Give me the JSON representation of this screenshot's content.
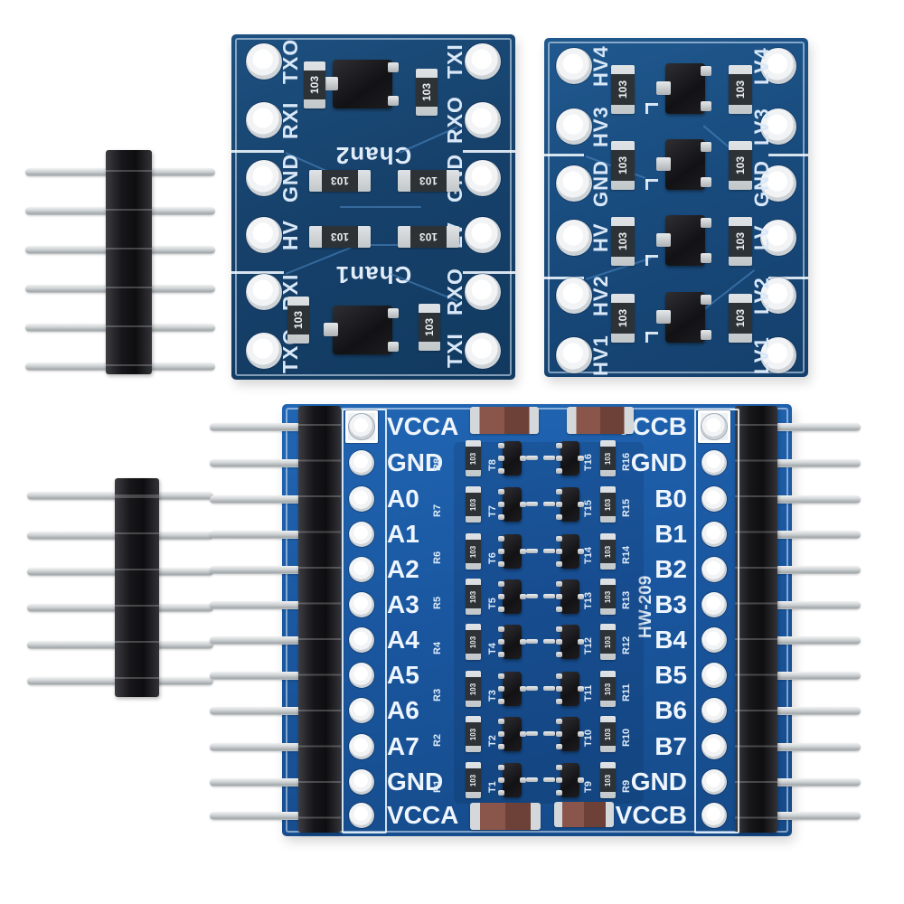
{
  "colors": {
    "pcb_dark_blue": "#16416b",
    "pcb_mid_blue": "#184a7c",
    "pcb_bright_blue": "#1a57a0",
    "silkscreen": "#e8f1fb",
    "header_black": "#141417",
    "pin_silver": "#c9cdcf",
    "capacitor_brown": "#7d4b41",
    "hole_plating": "#f1f3f5"
  },
  "loose_headers": [
    {
      "pin_count": 6
    },
    {
      "pin_count": 6
    }
  ],
  "board_2ch": {
    "left_labels": [
      "TXO",
      "RXI",
      "GND",
      "HV",
      "RXI",
      "TXO"
    ],
    "right_labels": [
      "TXI",
      "RXO",
      "GND",
      "LV",
      "RXO",
      "TXI"
    ],
    "channel_labels": [
      "Chan2",
      "Chan1"
    ],
    "resistor_marking": "103",
    "hole_count_per_side": 6
  },
  "board_4ch": {
    "left_labels": [
      "HV4",
      "HV3",
      "GND",
      "HV",
      "HV2",
      "HV1"
    ],
    "right_labels": [
      "LV4",
      "LV3",
      "GND",
      "LV",
      "LV2",
      "LV1"
    ],
    "resistor_marking": "103",
    "hole_count_per_side": 6
  },
  "board_8ch": {
    "model": "HW-209",
    "left_labels": [
      "VCCA",
      "GND",
      "A0",
      "A1",
      "A2",
      "A3",
      "A4",
      "A5",
      "A6",
      "A7",
      "GND",
      "VCCA"
    ],
    "right_labels": [
      "VCCB",
      "GND",
      "B0",
      "B1",
      "B2",
      "B3",
      "B4",
      "B5",
      "B6",
      "B7",
      "GND",
      "VCCB"
    ],
    "left_resistor_labels": [
      "R8",
      "R7",
      "R6",
      "R5",
      "R4",
      "R3",
      "R2",
      "R1"
    ],
    "left_transistor_labels": [
      "T8",
      "T7",
      "T6",
      "T5",
      "T4",
      "T3",
      "T2",
      "T1"
    ],
    "right_transistor_labels": [
      "T16",
      "T15",
      "T14",
      "T13",
      "T12",
      "T11",
      "T10",
      "T9"
    ],
    "right_resistor_labels": [
      "R16",
      "R15",
      "R14",
      "R13",
      "R12",
      "R11",
      "R10",
      "R9"
    ],
    "resistor_marking": "103",
    "pin_count_per_side": 12
  }
}
